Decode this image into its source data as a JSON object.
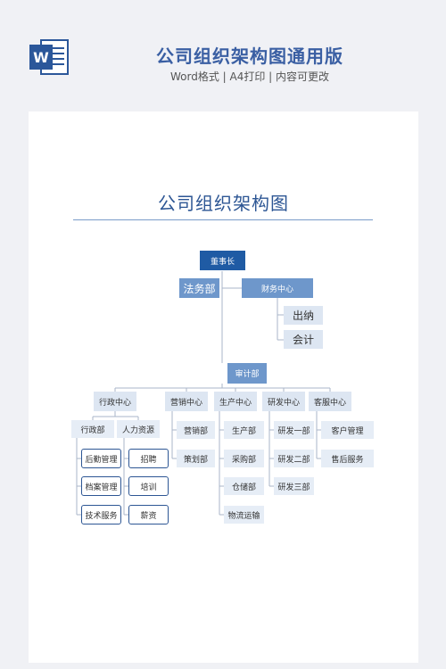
{
  "header": {
    "title": "公司组织架构图通用版",
    "subtitle": "Word格式 | A4打印 | 内容可更改",
    "icon_letter": "W"
  },
  "document": {
    "title": "公司组织架构图",
    "nodes": {
      "chairman": "董事长",
      "legal": "法务部",
      "finance": "财务中心",
      "cashier": "出纳",
      "accounting": "会计",
      "audit": "审计部",
      "admin_center": "行政中心",
      "marketing_center": "营销中心",
      "production_center": "生产中心",
      "rd_center": "研发中心",
      "service_center": "客服中心",
      "admin_dept": "行政部",
      "hr": "人力资源",
      "logistics": "后勤管理",
      "archives": "档案管理",
      "tech_service": "技术服务",
      "recruiting": "招聘",
      "training": "培训",
      "salary": "薪资",
      "marketing_dept": "营销部",
      "planning_dept": "策划部",
      "production_dept": "生产部",
      "purchasing_dept": "采购部",
      "warehouse_dept": "仓储部",
      "transport": "物流运输",
      "rd1": "研发一部",
      "rd2": "研发二部",
      "rd3": "研发三部",
      "customer_mgmt": "客户管理",
      "after_sales": "售后服务"
    }
  },
  "colors": {
    "dark": "#1f5ba4",
    "mid": "#6e97cb",
    "light": "#dde6f2",
    "line": "#aab6c8",
    "title": "#2d5694"
  }
}
